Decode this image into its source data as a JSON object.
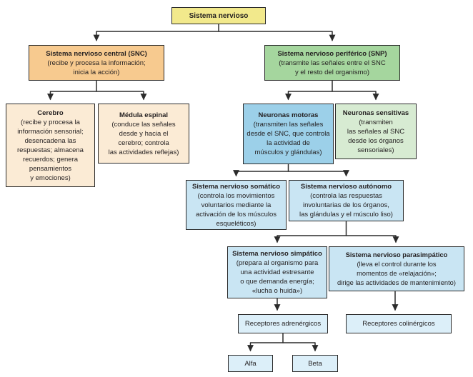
{
  "diagram": {
    "title": "Sistema nervioso",
    "palette": {
      "yellow": "#F2E98C",
      "orange": "#F7CA8F",
      "green": "#A5D69E",
      "cream": "#FBEBD5",
      "medium_blue": "#9CD0E9",
      "light_green": "#D7EBD2",
      "light_blue": "#C9E5F3",
      "pale_blue": "#DCEFF9",
      "line": "#2B2B2B",
      "text": "#231F20"
    },
    "nodes": {
      "root": {
        "title": "Sistema nervioso",
        "fill": "#F2E98C"
      },
      "snc": {
        "title": "Sistema nervioso central (SNC)",
        "body": "(recibe y procesa la información;\ninicia la acción)",
        "fill": "#F7CA8F"
      },
      "snp": {
        "title": "Sistema nervioso periférico (SNP)",
        "body": "(transmite las señales entre el SNC\ny el resto del organismo)",
        "fill": "#A5D69E"
      },
      "cerebro": {
        "title": "Cerebro",
        "body": "(recibe y procesa la\ninformación sensorial;\ndesencadena las\nrespuestas; almacena\nrecuerdos; genera\npensamientos\ny emociones)",
        "fill": "#FBEBD5"
      },
      "medula": {
        "title": "Médula espinal",
        "body": "(conduce las señales\ndesde y hacia el\ncerebro; controla\nlas actividades reflejas)",
        "fill": "#FBEBD5"
      },
      "motoras": {
        "title": "Neuronas motoras",
        "body": "(transmiten las señales\ndesde el SNC, que controla\nla actividad de\nmúsculos y glándulas)",
        "fill": "#9CD0E9"
      },
      "sensitivas": {
        "title": "Neuronas sensitivas",
        "body": "(transmiten\nlas señales al SNC\ndesde los órganos\nsensoriales)",
        "fill": "#D7EBD2"
      },
      "somatico": {
        "title": "Sistema nervioso somático",
        "body": "(controla los movimientos\nvoluntarios mediante la\nactivación de los músculos\nesqueléticos)",
        "fill": "#C9E5F3"
      },
      "autonomo": {
        "title": "Sistema nervioso autónomo",
        "body": "(controla las respuestas\ninvoluntarias de los órganos,\nlas glándulas y el músculo liso)",
        "fill": "#C9E5F3"
      },
      "simpatico": {
        "title": "Sistema nervioso simpático",
        "body": "(prepara al organismo para\nuna actividad estresante\no que demanda energía;\n«lucha o huida»)",
        "fill": "#C9E5F3"
      },
      "parasimpatico": {
        "title": "Sistema nervioso parasimpático",
        "body": "(lleva el control durante los\nmomentos de «relajación»;\ndirige las actividades de mantenimiento)",
        "fill": "#C9E5F3"
      },
      "receptores_adrenergicos": {
        "label": "Receptores adrenérgicos",
        "fill": "#DCEFF9"
      },
      "receptores_colinergicos": {
        "label": "Receptores colinérgicos",
        "fill": "#DCEFF9"
      },
      "alfa": {
        "label": "Alfa",
        "fill": "#DCEFF9"
      },
      "beta": {
        "label": "Beta",
        "fill": "#DCEFF9"
      }
    }
  }
}
